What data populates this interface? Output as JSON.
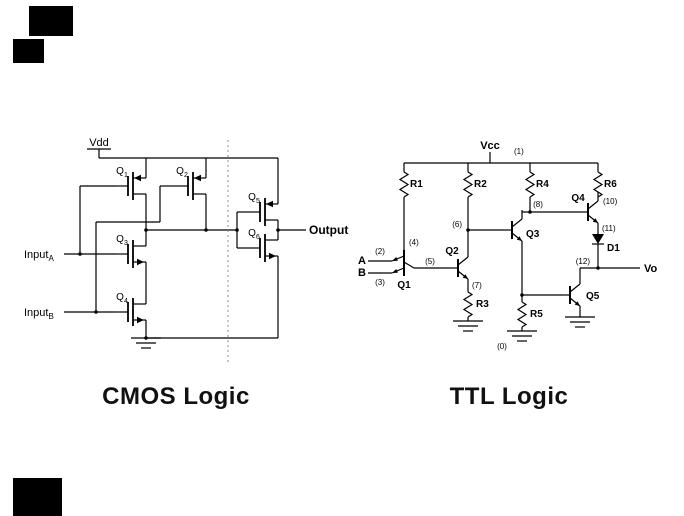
{
  "captions": {
    "cmos": "CMOS Logic",
    "ttl": "TTL Logic"
  },
  "cmos": {
    "supply": "Vdd",
    "output": "Output",
    "input_a": {
      "base": "Input",
      "sub": "A"
    },
    "input_b": {
      "base": "Input",
      "sub": "B"
    },
    "q1": {
      "base": "Q",
      "sub": "1"
    },
    "q2": {
      "base": "Q",
      "sub": "2"
    },
    "q3": {
      "base": "Q",
      "sub": "3"
    },
    "q4": {
      "base": "Q",
      "sub": "4"
    },
    "q5": {
      "base": "Q",
      "sub": "5"
    },
    "q6": {
      "base": "Q",
      "sub": "6"
    }
  },
  "ttl": {
    "supply": "Vcc",
    "output": "Vo",
    "input_a": "A",
    "input_b": "B",
    "r1": "R1",
    "r2": "R2",
    "r3": "R3",
    "r4": "R4",
    "r5": "R5",
    "r6": "R6",
    "q1": "Q1",
    "q2": "Q2",
    "q3": "Q3",
    "q4": "Q4",
    "q5": "Q5",
    "d1": "D1",
    "n1": "(1)",
    "n2": "(2)",
    "n3": "(3)",
    "n4": "(4)",
    "n5": "(5)",
    "n6": "(6)",
    "n7": "(7)",
    "n8": "(8)",
    "n10": "(10)",
    "n11": "(11)",
    "n12": "(12)",
    "n0": "(0)"
  },
  "colors": {
    "ink": "#000000",
    "separator": "#888888"
  }
}
